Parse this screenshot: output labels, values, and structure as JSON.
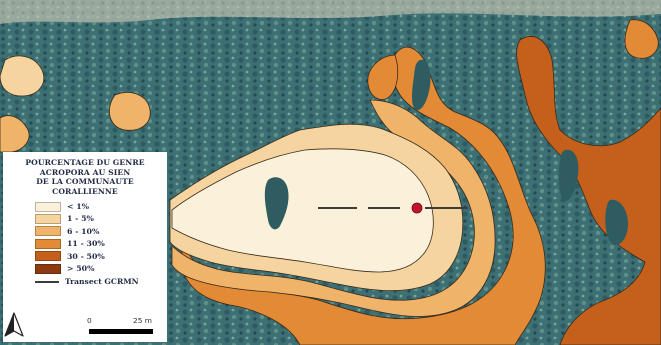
{
  "legend": {
    "title_lines": [
      "POURCENTAGE DU GENRE",
      "ACROPORA AU SIEN",
      "DE LA COMMUNAUTE",
      "CORALLIENNE"
    ],
    "classes": [
      {
        "label": "< 1%",
        "color": "#fbf0d9"
      },
      {
        "label": "1 - 5%",
        "color": "#f5d49f"
      },
      {
        "label": "6 - 10%",
        "color": "#efb36a"
      },
      {
        "label": "11 - 30%",
        "color": "#e28a35"
      },
      {
        "label": "30 - 50%",
        "color": "#c4601b"
      },
      {
        "label": "> 50%",
        "color": "#8e3a10"
      }
    ],
    "transect_label": "Transect GCRMN",
    "scale": {
      "start": "0",
      "end": "25 m"
    }
  },
  "map": {
    "reef_color": "#3b6e72",
    "marker_color": "#c5122b",
    "icons": [
      "north-arrow-icon",
      "transect-marker-icon"
    ]
  }
}
